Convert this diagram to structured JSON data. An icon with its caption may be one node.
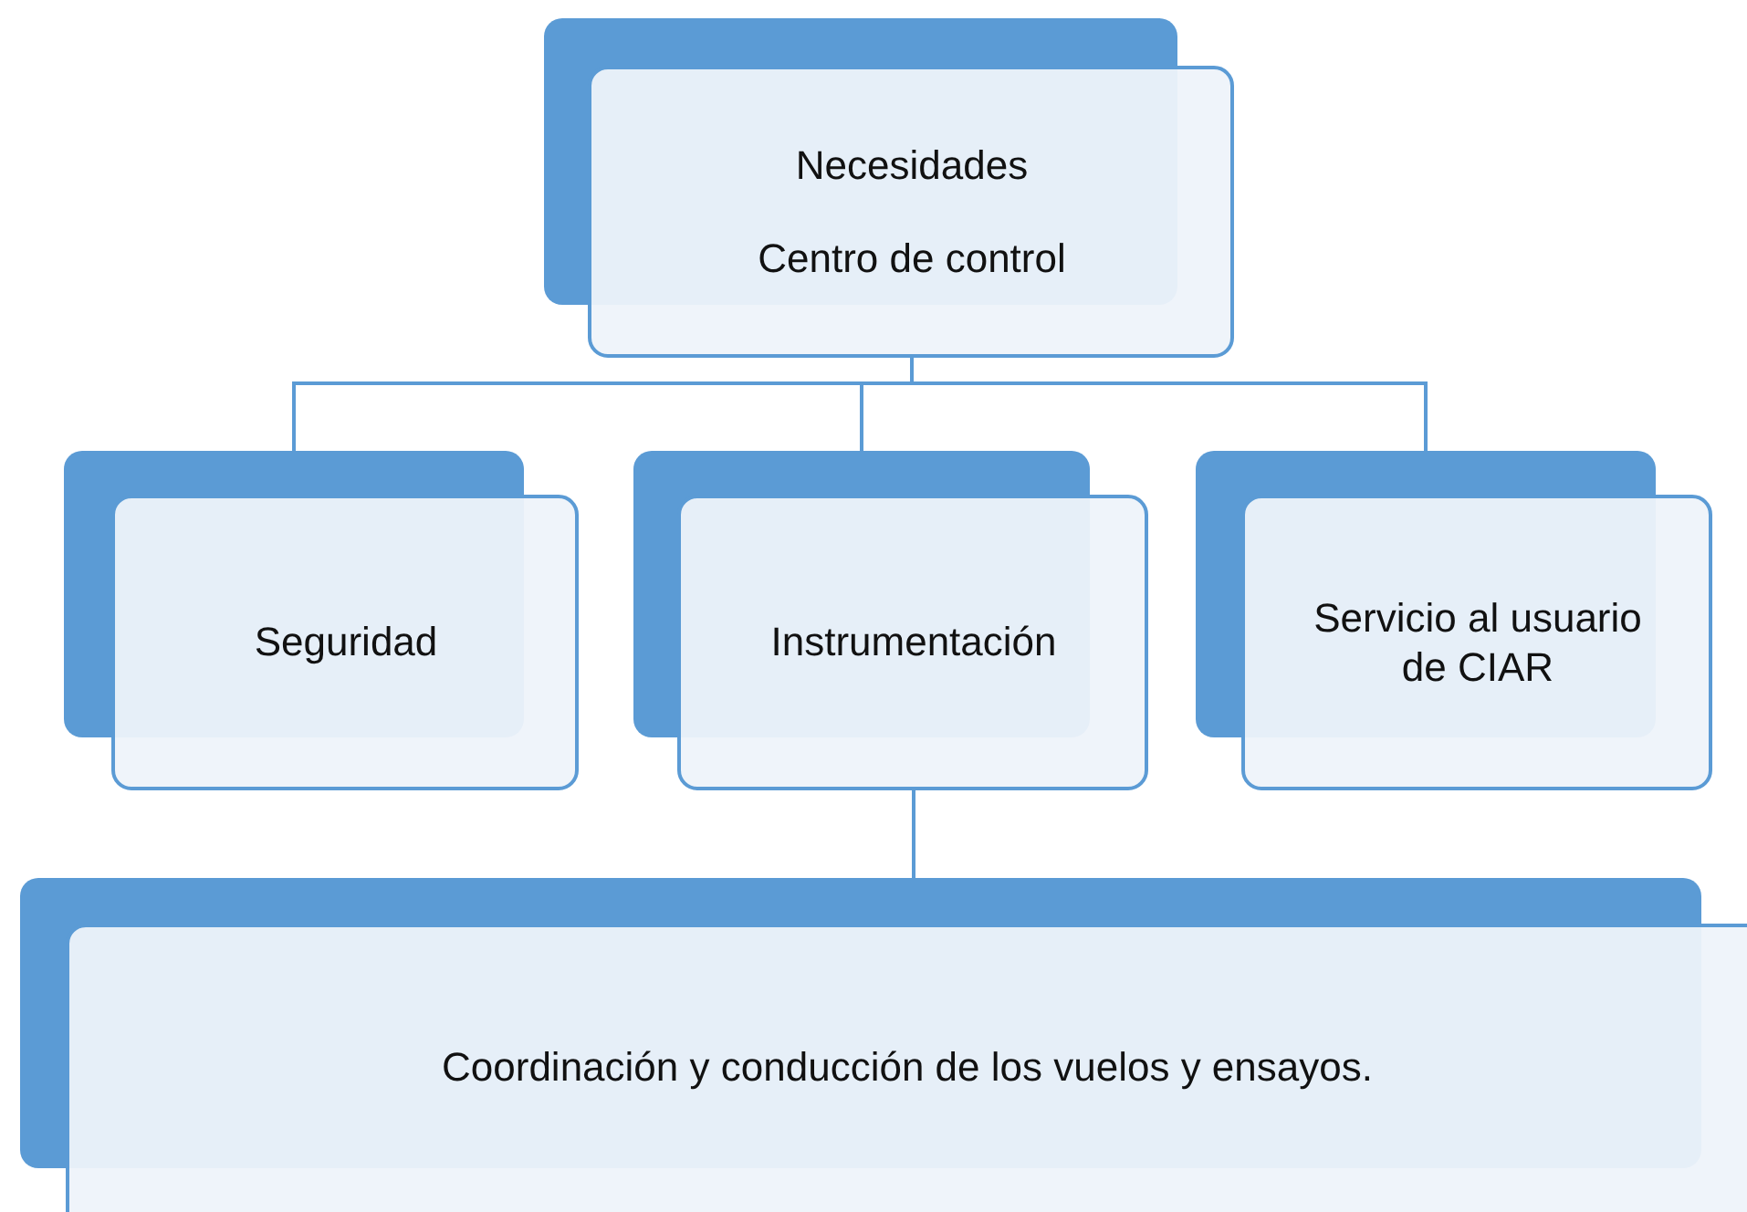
{
  "diagram": {
    "nodes": [
      {
        "text": [
          "Necesidades",
          "Centro de control"
        ]
      },
      {
        "text": [
          "Seguridad"
        ]
      },
      {
        "text": [
          "Instrumentación"
        ]
      },
      {
        "text": [
          "Servicio al usuario de CIAR"
        ]
      },
      {
        "text": [
          "Coordinación y conducción de los vuelos y ensayos."
        ]
      }
    ],
    "edges": [
      {
        "from": 0,
        "to": 1,
        "arrow": "none"
      },
      {
        "from": 0,
        "to": 2,
        "arrow": "none"
      },
      {
        "from": 0,
        "to": 3,
        "arrow": "none"
      },
      {
        "from": 2,
        "to": 4,
        "arrow": "none"
      }
    ]
  }
}
